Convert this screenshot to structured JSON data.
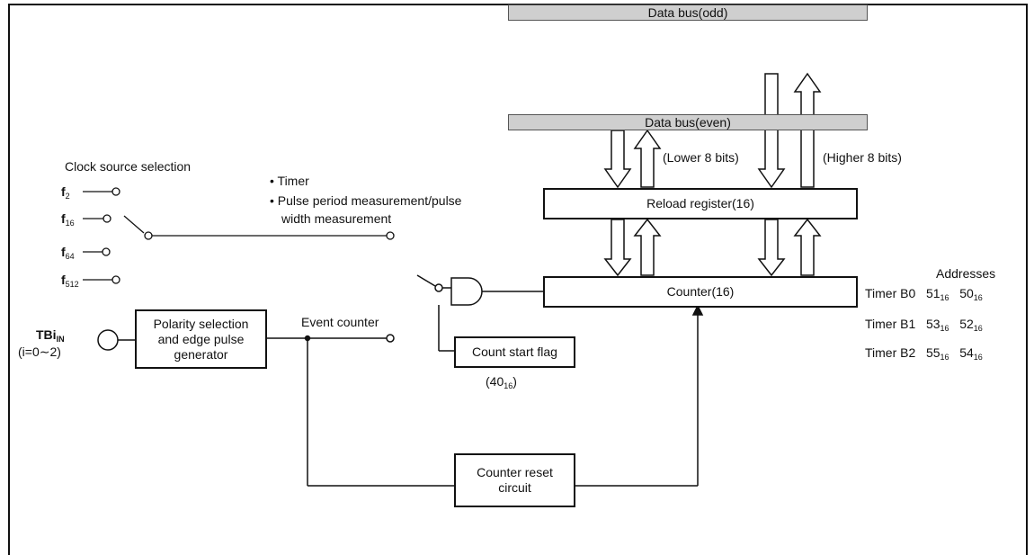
{
  "buses": {
    "odd": "Data bus(odd)",
    "even": "Data bus(even)"
  },
  "lower_bits": "(Lower 8 bits)",
  "higher_bits": "(Higher 8 bits)",
  "reload_register": "Reload register(16)",
  "counter": "Counter(16)",
  "count_start_flag": "Count start flag",
  "count_start_flag_addr": "40",
  "count_start_flag_addr_base": "16",
  "counter_reset": {
    "line1": "Counter reset",
    "line2": "circuit"
  },
  "polarity": {
    "line1": "Polarity selection",
    "line2": "and edge pulse",
    "line3": "generator"
  },
  "event_counter": "Event counter",
  "clock_source_title": "Clock source selection",
  "clock_sources": [
    {
      "base": "f",
      "sub": "2"
    },
    {
      "base": "f",
      "sub": "16"
    },
    {
      "base": "f",
      "sub": "64"
    },
    {
      "base": "f",
      "sub": "512"
    }
  ],
  "modes": {
    "timer": "• Timer",
    "pulse1": "• Pulse period measurement/pulse",
    "pulse2": "width measurement"
  },
  "input": {
    "name": "TBi",
    "sub": "IN",
    "range": "(i=0∼2)"
  },
  "addresses": {
    "title": "Addresses",
    "rows": [
      {
        "name": "Timer B0",
        "a1": "51",
        "a2": "50",
        "base": "16"
      },
      {
        "name": "Timer B1",
        "a1": "53",
        "a2": "52",
        "base": "16"
      },
      {
        "name": "Timer B2",
        "a1": "55",
        "a2": "54",
        "base": "16"
      }
    ]
  },
  "colors": {
    "bus_fill": "#cfcfcf",
    "line": "#111111"
  }
}
